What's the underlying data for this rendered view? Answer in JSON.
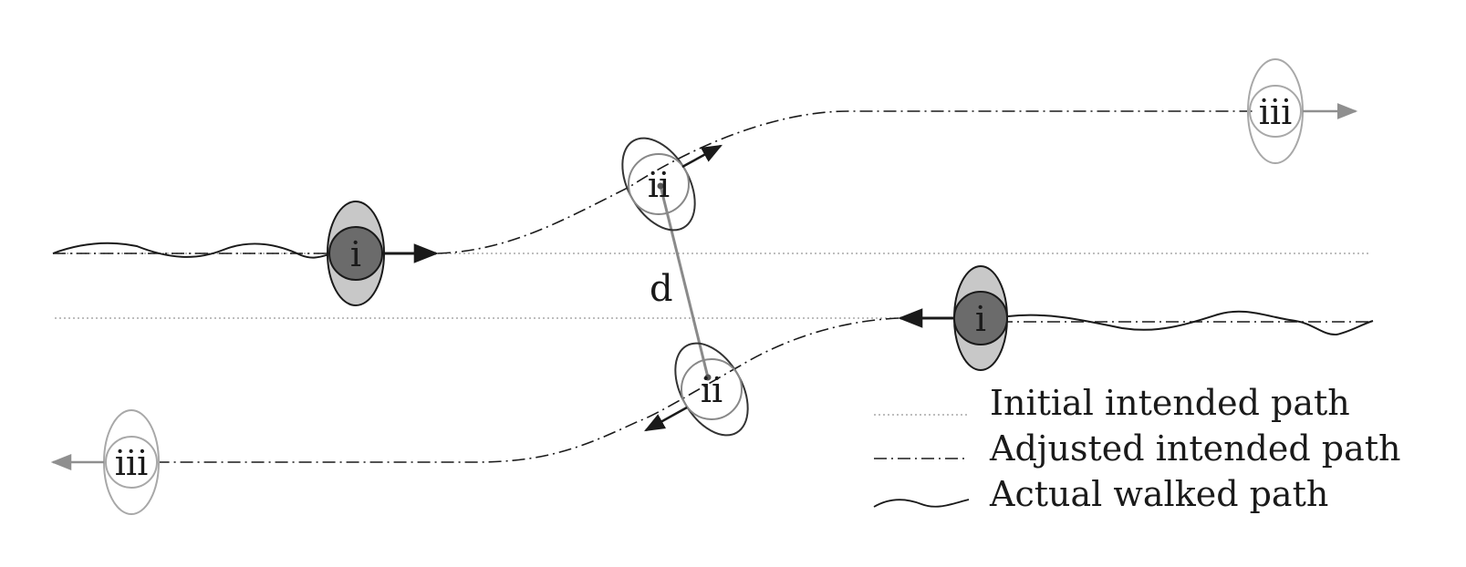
{
  "labels": {
    "i": "i",
    "ii": "ii",
    "iii": "iii",
    "distance": "d"
  },
  "legend": {
    "initial": "Initial intended path",
    "adjusted": "Adjusted intended path",
    "actual": "Actual walked path"
  },
  "colors": {
    "ink": "#1a1a1a",
    "dark_disc": "#6b6b6b",
    "mid_fill": "#c8c8c8",
    "light_outline": "#a0a0a0",
    "dotted": "#9a9a9a"
  }
}
